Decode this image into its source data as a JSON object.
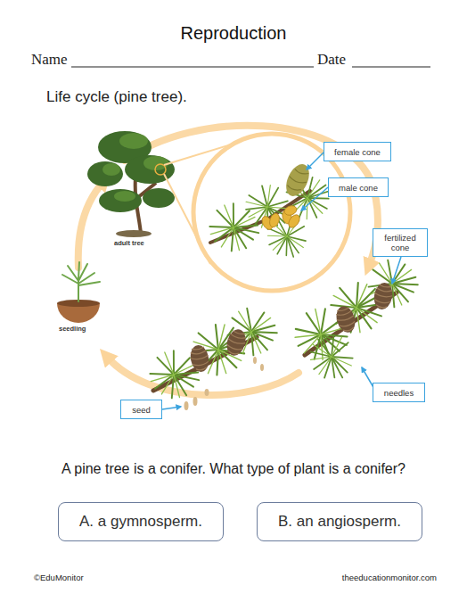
{
  "diagram": {
    "title": "Reproduction",
    "nodes": [
      {
        "text": [
          "female cone"
        ]
      },
      {
        "text": [
          "male cone"
        ]
      },
      {
        "text": [
          "fertilized cone"
        ]
      },
      {
        "text": [
          "needles"
        ]
      },
      {
        "text": [
          "seed"
        ]
      },
      {
        "text": [
          "A. a gymnosperm."
        ]
      },
      {
        "text": [
          "B. an angiosperm."
        ]
      }
    ],
    "labels": [
      "Name",
      "Date",
      "Life cycle (pine tree).",
      "adult tree",
      "seedling",
      "A pine tree is a conifer. What type of plant is a conifer?",
      "©EduMonitor",
      "theeducationmonitor.com"
    ]
  }
}
